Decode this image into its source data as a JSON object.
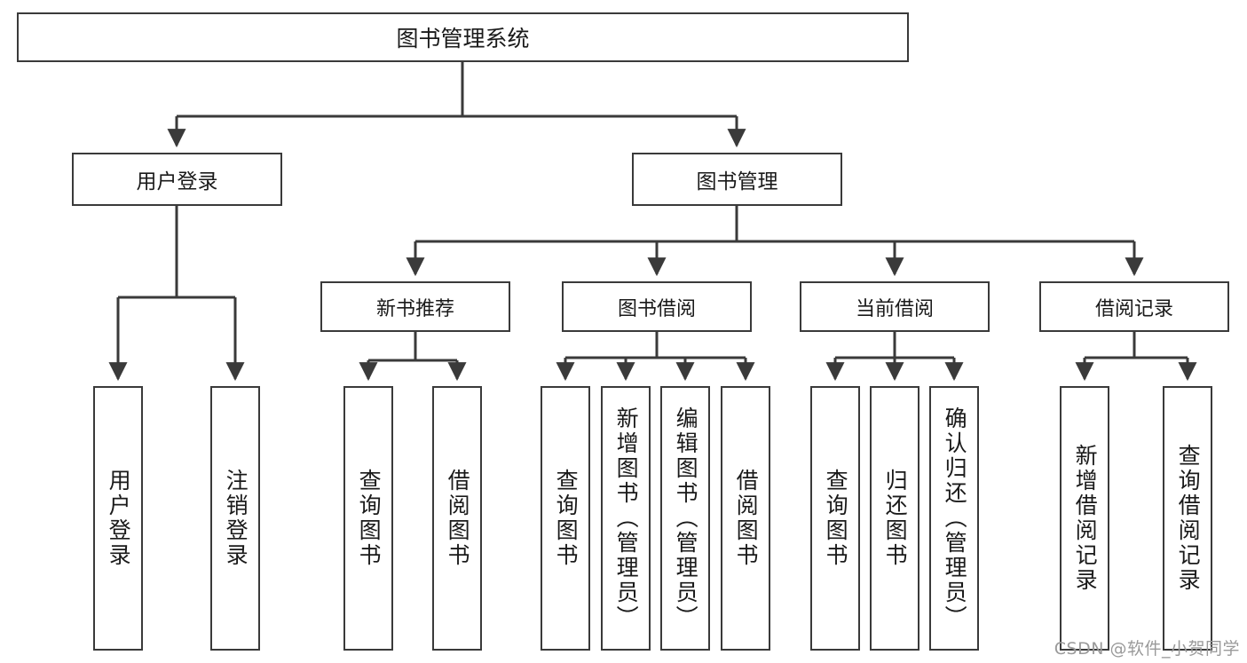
{
  "diagram": {
    "title": "图书管理系统",
    "root": {
      "id": "root",
      "label": "图书管理系统"
    },
    "level1": [
      {
        "id": "user-login",
        "label": "用户登录"
      },
      {
        "id": "book-management",
        "label": "图书管理"
      }
    ],
    "level2": [
      {
        "id": "new-book-recommend",
        "label": "新书推荐",
        "parent": "book-management"
      },
      {
        "id": "book-borrow",
        "label": "图书借阅",
        "parent": "book-management"
      },
      {
        "id": "current-borrow",
        "label": "当前借阅",
        "parent": "book-management"
      },
      {
        "id": "borrow-record",
        "label": "借阅记录",
        "parent": "book-management"
      }
    ],
    "leaves": {
      "user-login": [
        {
          "id": "leaf-user-login",
          "label": "用户登录"
        },
        {
          "id": "leaf-user-logout",
          "label": "注销登录"
        }
      ],
      "new-book-recommend": [
        {
          "id": "leaf-query-book-1",
          "label": "查询图书"
        },
        {
          "id": "leaf-borrow-book-1",
          "label": "借阅图书"
        }
      ],
      "book-borrow": [
        {
          "id": "leaf-query-book-2",
          "label": "查询图书"
        },
        {
          "id": "leaf-add-book",
          "label": "新增图书（管理员）"
        },
        {
          "id": "leaf-edit-book",
          "label": "编辑图书（管理员）"
        },
        {
          "id": "leaf-borrow-book-2",
          "label": "借阅图书"
        }
      ],
      "current-borrow": [
        {
          "id": "leaf-query-book-3",
          "label": "查询图书"
        },
        {
          "id": "leaf-return-book",
          "label": "归还图书"
        },
        {
          "id": "leaf-confirm-return",
          "label": "确认归还（管理员）"
        }
      ],
      "borrow-record": [
        {
          "id": "leaf-add-record",
          "label": "新增借阅记录"
        },
        {
          "id": "leaf-query-record",
          "label": "查询借阅记录"
        }
      ]
    },
    "watermark": "CSDN @软件_小贺同学",
    "colors": {
      "stroke": "#3a3a3a",
      "background": "#ffffff",
      "text": "#1a1a1a",
      "watermark": "#9a9a9a"
    }
  }
}
